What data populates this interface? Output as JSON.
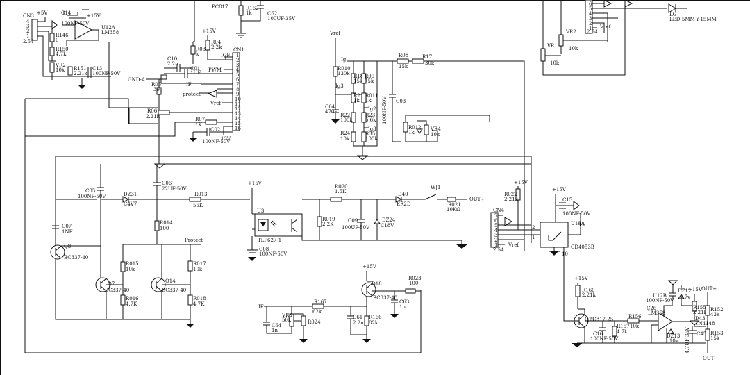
{
  "labels": {
    "cn3": "CN3",
    "plus5v_tl": "+5V",
    "cn3_1": "1",
    "cn3_2": "2",
    "cn3_3": "3",
    "cn3_4": "4",
    "cn3_254": "2.54",
    "r146": "R146",
    "r146v": "0",
    "r150": "R150",
    "r150v": "4.7k",
    "vr2": "VR2",
    "vr2v": "10k",
    "r151": "R151",
    "r151v": "2.21k",
    "c13": "C13",
    "c13v": "100NF-50V",
    "c14": "C14",
    "c14v": "100NF-50V",
    "p15v_tl": "+15V",
    "u12a": "U12A",
    "lm358": "LM358",
    "pc817": "PC817",
    "r162": "R162",
    "r162v": "1k",
    "c62": "C62",
    "c62v": "100UF-35V",
    "p15v_r03": "+15V",
    "r03": "R03",
    "r04": "R04",
    "r04v": "2.2k",
    "cn1": "CN1",
    "igf": "IGF",
    "pwm": "PWM",
    "ifc": "IF",
    "protect": "protect",
    "vref_cn1": "Vref",
    "c10": "C10",
    "c10v": "2.2u",
    "c01": "C01",
    "c01v": "1UF",
    "gnda": "GND-A",
    "r05": "R05",
    "r05v": "39",
    "r06": "R06",
    "r06v": "2.21k",
    "r07": "R07",
    "r07v": "1K",
    "c02": "C02",
    "c02v": "100NF-50V",
    "p13v": "13V",
    "vref_top": "Vref",
    "ig": "Ig",
    "ig3": "Ig3",
    "ig2": "Ig2",
    "ig3b": "Ig3",
    "r010": "R010",
    "r010v": "130k",
    "r18": "R18",
    "r18v": "15k",
    "r09": "R09",
    "r09v": "75k",
    "r21": "R21",
    "r21v": "1k",
    "r011": "R011",
    "r011v": "1k",
    "c04": "C04",
    "c04v": "470P",
    "r22": "R22",
    "r22v": "100k",
    "r23": "R23",
    "r23v": "5.6k",
    "r24": "R24",
    "r24v": "10k",
    "r35": "R35",
    "r35v": "100k",
    "r08": "R08",
    "r08v": "15k",
    "r17": "R17",
    "r17v": "30k",
    "c03": "C03",
    "c03v": "100NF-50V",
    "r012": "R012",
    "r012v": "1k",
    "vr4": "VR4",
    "vr4v": "10k",
    "vr2b": "VR2",
    "vr2bv": "10k",
    "vr1": "VR1",
    "vr1v": "10k",
    "vref_tr": "Vref",
    "led": "LG",
    "ledv": "LED-5MM-Y-15MM",
    "c05": "C05",
    "c05v": "100NF-50V",
    "dz31": "DZ31",
    "dz31v": "C4V7",
    "c06": "C06",
    "c06v": "22UF-50V",
    "r013": "R013",
    "r013v": "56K",
    "p15v_m": "+15V",
    "r020": "R020",
    "r020v": "1.5K",
    "d40": "D40",
    "d40v": "ER2D",
    "wj1": "WJ1",
    "r021": "R021",
    "r021v": "10KΩ",
    "outp": "OUT+",
    "c07": "C07",
    "c07v": "1NF",
    "r014": "R014",
    "r014v": "100",
    "u3": "U3",
    "tlp": "TLP627-1",
    "r019": "R019",
    "r019v": "2.2K",
    "c09": "C09",
    "c09v": "100UF-50V",
    "dz24": "DZ24",
    "dz24v": "C18V",
    "q8": "Q8",
    "q8v": "BC337-40",
    "prot": "Protect",
    "c08": "C08",
    "c08v": "100NF-50V",
    "r015": "R015",
    "r015v": "10k",
    "r017": "R017",
    "r017v": "10k",
    "q7": "Q7",
    "q7v": "BC337-40",
    "q14": "Q14",
    "q14v": "BC337-40",
    "r016": "R016",
    "r016v": "4.7K",
    "r018": "R018",
    "r018v": "4.7K",
    "p15v_q18": "+15V",
    "q18": "Q18",
    "q18v": "BC337-40",
    "r023": "R023",
    "r023v": "100",
    "c63": "C63",
    "c63v": "1n",
    "if2": "IF",
    "r167": "R167",
    "r167v": "62k",
    "vr3": "VR3",
    "vr3v": "50k",
    "r024": "R024",
    "c64": "C64",
    "c64v": "1n",
    "c61": "C61",
    "c61v": "2.2n",
    "r166": "R166",
    "r166v": "82k",
    "cn4": "CN4",
    "cn4_254": "2.54",
    "vref_cn4": "Vref",
    "p15v_r022": "+15V",
    "r022": "R022",
    "r022v": "2.21k",
    "p15v_u18": "+15V",
    "c15": "C15",
    "c15v": "100NF-50V",
    "u18a": "U18A",
    "cd4053": "CD4053B",
    "p15v_r160": "+15V",
    "r160": "R160",
    "r160v": "2.21k",
    "q17": "Q17",
    "q17v": "BC817-25",
    "c16": "C16",
    "c16v": "100NF-50V",
    "r157": "R157",
    "r157v": "4.7k",
    "r156": "R156",
    "r156v": "10k",
    "c26": "C26",
    "u12b": "U12B",
    "u12bv": "LM358",
    "u12bc": "100NF-50V",
    "dz12": "DZ12",
    "dz12v": "4.7v",
    "p15v_br": "+15V",
    "r155": "R155",
    "r155v": "2.21k",
    "d43": "D43",
    "d43v": "1N4148",
    "dz13": "DZ13",
    "dz13v": "c10v",
    "c45": "C45",
    "c45v": "4.7UF-35V",
    "r152": "R152",
    "r152v": "43k",
    "r153": "R153",
    "r153v": "15k",
    "outpb": "OUT+",
    "outmb": "OUT-"
  }
}
